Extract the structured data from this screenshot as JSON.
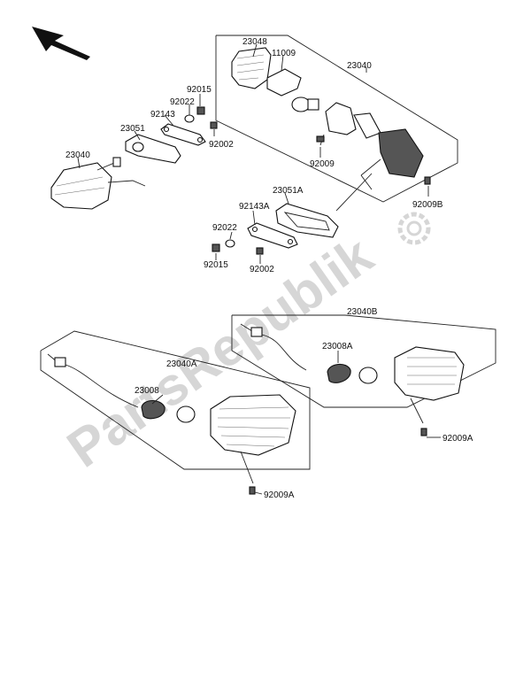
{
  "watermark": "PartsRepublik",
  "labels": {
    "p23048": "23048",
    "p11009": "11009",
    "p23040_top": "23040",
    "p92015_top": "92015",
    "p92022_top": "92022",
    "p92143": "92143",
    "p23051": "23051",
    "p92002_top": "92002",
    "p23040_left": "23040",
    "p92009": "92009",
    "p92009B": "92009B",
    "p23051A": "23051A",
    "p92143A": "92143A",
    "p92022_mid": "92022",
    "p92015_mid": "92015",
    "p92002_mid": "92002",
    "p23040B": "23040B",
    "p23008A": "23008A",
    "p92009A_right": "92009A",
    "p23040A": "23040A",
    "p23008": "23008",
    "p92009A_left": "92009A"
  }
}
